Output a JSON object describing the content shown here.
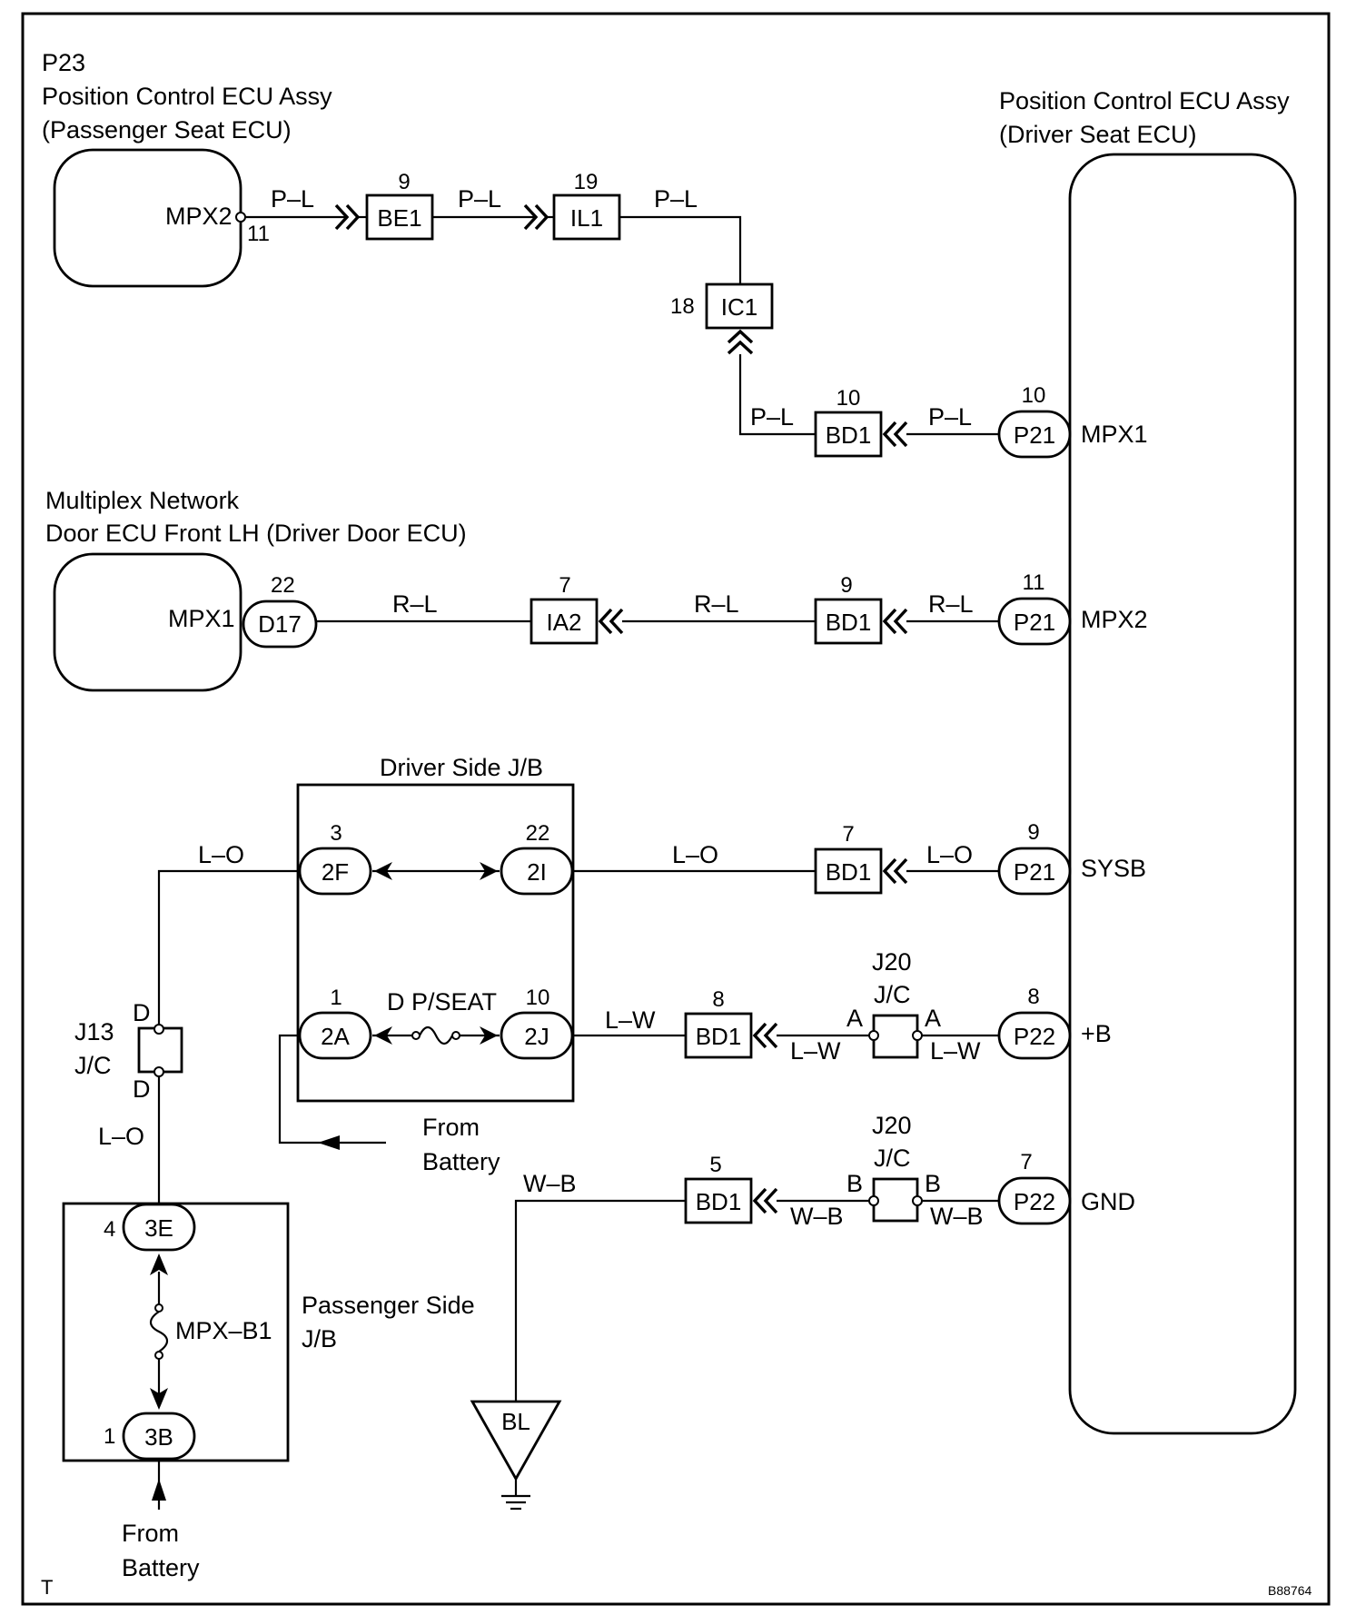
{
  "ecu_passenger": {
    "id": "P23",
    "name": "Position Control ECU Assy",
    "sub": "(Passenger Seat ECU)",
    "terminal": "MPX2",
    "pin": "11"
  },
  "ecu_driver": {
    "name": "Position Control ECU Assy",
    "sub": "(Driver Seat ECU)",
    "terminals": {
      "mpx1": "MPX1",
      "mpx2": "MPX2",
      "sysb": "SYSB",
      "b": "+B",
      "gnd": "GND"
    }
  },
  "door_ecu": {
    "line1": "Multiplex Network",
    "line2": "Door ECU Front LH (Driver Door ECU)",
    "terminal": "MPX1",
    "conn": "D17",
    "pin": "22"
  },
  "wires": {
    "pl": "P–L",
    "rl": "R–L",
    "lo": "L–O",
    "lw": "L–W",
    "wb": "W–B"
  },
  "row1": {
    "be1": {
      "label": "BE1",
      "pin": "9"
    },
    "il1": {
      "label": "IL1",
      "pin": "19"
    },
    "ic1": {
      "label": "IC1",
      "pin": "18"
    }
  },
  "row2": {
    "bd1": {
      "label": "BD1",
      "pin": "10"
    },
    "p21": {
      "label": "P21",
      "pin": "10"
    }
  },
  "row3": {
    "ia2": {
      "label": "IA2",
      "pin": "7"
    },
    "bd1": {
      "label": "BD1",
      "pin": "9"
    },
    "p21": {
      "label": "P21",
      "pin": "11"
    }
  },
  "jb_driver": {
    "title": "Driver Side J/B",
    "c2f": "2F",
    "c2f_pin": "3",
    "c2i": "2I",
    "c2i_pin": "22",
    "c2a": "2A",
    "c2a_pin": "1",
    "c2j": "2J",
    "c2j_pin": "10",
    "fuse": "D P/SEAT"
  },
  "row4": {
    "bd1": {
      "label": "BD1",
      "pin": "7"
    },
    "p21": {
      "label": "P21",
      "pin": "9"
    }
  },
  "row5": {
    "bd1": {
      "label": "BD1",
      "pin": "8"
    },
    "j20": {
      "label": "J20",
      "jc": "J/C",
      "a": "A"
    },
    "p22": {
      "label": "P22",
      "pin": "8"
    }
  },
  "row6": {
    "bd1": {
      "label": "BD1",
      "pin": "5"
    },
    "j20": {
      "label": "J20",
      "jc": "J/C",
      "b": "B"
    },
    "p22": {
      "label": "P22",
      "pin": "7"
    }
  },
  "j13": {
    "label": "J13",
    "jc": "J/C",
    "d": "D"
  },
  "jb_passenger": {
    "title1": "Passenger Side",
    "title2": "J/B",
    "c3e": "3E",
    "c3e_pin": "4",
    "c3b": "3B",
    "c3b_pin": "1",
    "fuse": "MPX–B1"
  },
  "battery": {
    "line1": "From",
    "line2": "Battery"
  },
  "ground": {
    "label": "BL"
  },
  "footer": {
    "left": "T",
    "right": "B88764"
  }
}
